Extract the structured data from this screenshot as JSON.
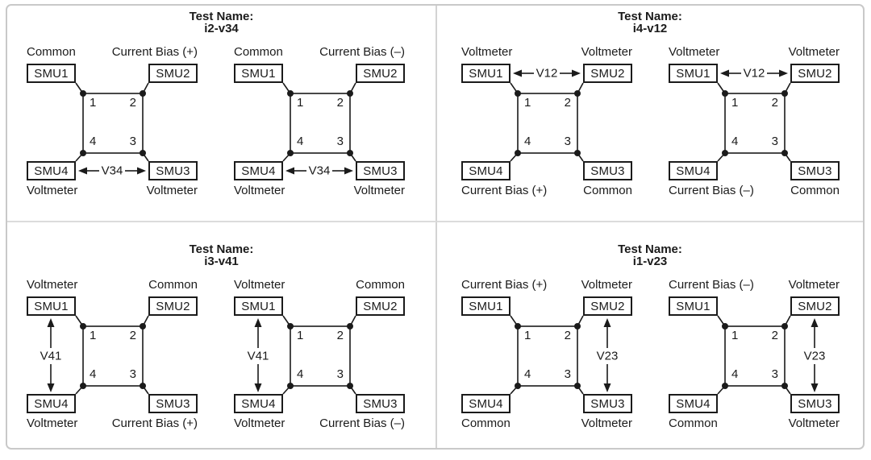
{
  "figure": {
    "ink_color": "#1b1b1b",
    "frame_border_color": "#c9c9c9",
    "divider_color": "#d3d3d3",
    "background_color": "#ffffff"
  },
  "panels": [
    {
      "title_label": "Test Name:",
      "test_name": "i2-v34",
      "diagrams": [
        {
          "top_left_function": "Common",
          "top_right_function": "Current Bias (+)",
          "bottom_left_function": "Voltmeter",
          "bottom_right_function": "Voltmeter",
          "smu1": "SMU1",
          "smu2": "SMU2",
          "smu3": "SMU3",
          "smu4": "SMU4",
          "pad1": "1",
          "pad2": "2",
          "pad3": "3",
          "pad4": "4",
          "v_label": "V34",
          "v_arrow_position": "bottom"
        },
        {
          "top_left_function": "Common",
          "top_right_function": "Current Bias (–)",
          "bottom_left_function": "Voltmeter",
          "bottom_right_function": "Voltmeter",
          "smu1": "SMU1",
          "smu2": "SMU2",
          "smu3": "SMU3",
          "smu4": "SMU4",
          "pad1": "1",
          "pad2": "2",
          "pad3": "3",
          "pad4": "4",
          "v_label": "V34",
          "v_arrow_position": "bottom"
        }
      ]
    },
    {
      "title_label": "Test Name:",
      "test_name": "i4-v12",
      "diagrams": [
        {
          "top_left_function": "Voltmeter",
          "top_right_function": "Voltmeter",
          "bottom_left_function": "Current Bias (+)",
          "bottom_right_function": "Common",
          "smu1": "SMU1",
          "smu2": "SMU2",
          "smu3": "SMU3",
          "smu4": "SMU4",
          "pad1": "1",
          "pad2": "2",
          "pad3": "3",
          "pad4": "4",
          "v_label": "V12",
          "v_arrow_position": "top"
        },
        {
          "top_left_function": "Voltmeter",
          "top_right_function": "Voltmeter",
          "bottom_left_function": "Current Bias (–)",
          "bottom_right_function": "Common",
          "smu1": "SMU1",
          "smu2": "SMU2",
          "smu3": "SMU3",
          "smu4": "SMU4",
          "pad1": "1",
          "pad2": "2",
          "pad3": "3",
          "pad4": "4",
          "v_label": "V12",
          "v_arrow_position": "top"
        }
      ]
    },
    {
      "title_label": "Test Name:",
      "test_name": "i3-v41",
      "diagrams": [
        {
          "top_left_function": "Voltmeter",
          "top_right_function": "Common",
          "bottom_left_function": "Voltmeter",
          "bottom_right_function": "Current Bias (+)",
          "smu1": "SMU1",
          "smu2": "SMU2",
          "smu3": "SMU3",
          "smu4": "SMU4",
          "pad1": "1",
          "pad2": "2",
          "pad3": "3",
          "pad4": "4",
          "v_label": "V41",
          "v_arrow_position": "left"
        },
        {
          "top_left_function": "Voltmeter",
          "top_right_function": "Common",
          "bottom_left_function": "Voltmeter",
          "bottom_right_function": "Current Bias (–)",
          "smu1": "SMU1",
          "smu2": "SMU2",
          "smu3": "SMU3",
          "smu4": "SMU4",
          "pad1": "1",
          "pad2": "2",
          "pad3": "3",
          "pad4": "4",
          "v_label": "V41",
          "v_arrow_position": "left"
        }
      ]
    },
    {
      "title_label": "Test Name:",
      "test_name": "i1-v23",
      "diagrams": [
        {
          "top_left_function": "Current Bias (+)",
          "top_right_function": "Voltmeter",
          "bottom_left_function": "Common",
          "bottom_right_function": "Voltmeter",
          "smu1": "SMU1",
          "smu2": "SMU2",
          "smu3": "SMU3",
          "smu4": "SMU4",
          "pad1": "1",
          "pad2": "2",
          "pad3": "3",
          "pad4": "4",
          "v_label": "V23",
          "v_arrow_position": "right"
        },
        {
          "top_left_function": "Current Bias (–)",
          "top_right_function": "Voltmeter",
          "bottom_left_function": "Common",
          "bottom_right_function": "Voltmeter",
          "smu1": "SMU1",
          "smu2": "SMU2",
          "smu3": "SMU3",
          "smu4": "SMU4",
          "pad1": "1",
          "pad2": "2",
          "pad3": "3",
          "pad4": "4",
          "v_label": "V23",
          "v_arrow_position": "right"
        }
      ]
    }
  ]
}
